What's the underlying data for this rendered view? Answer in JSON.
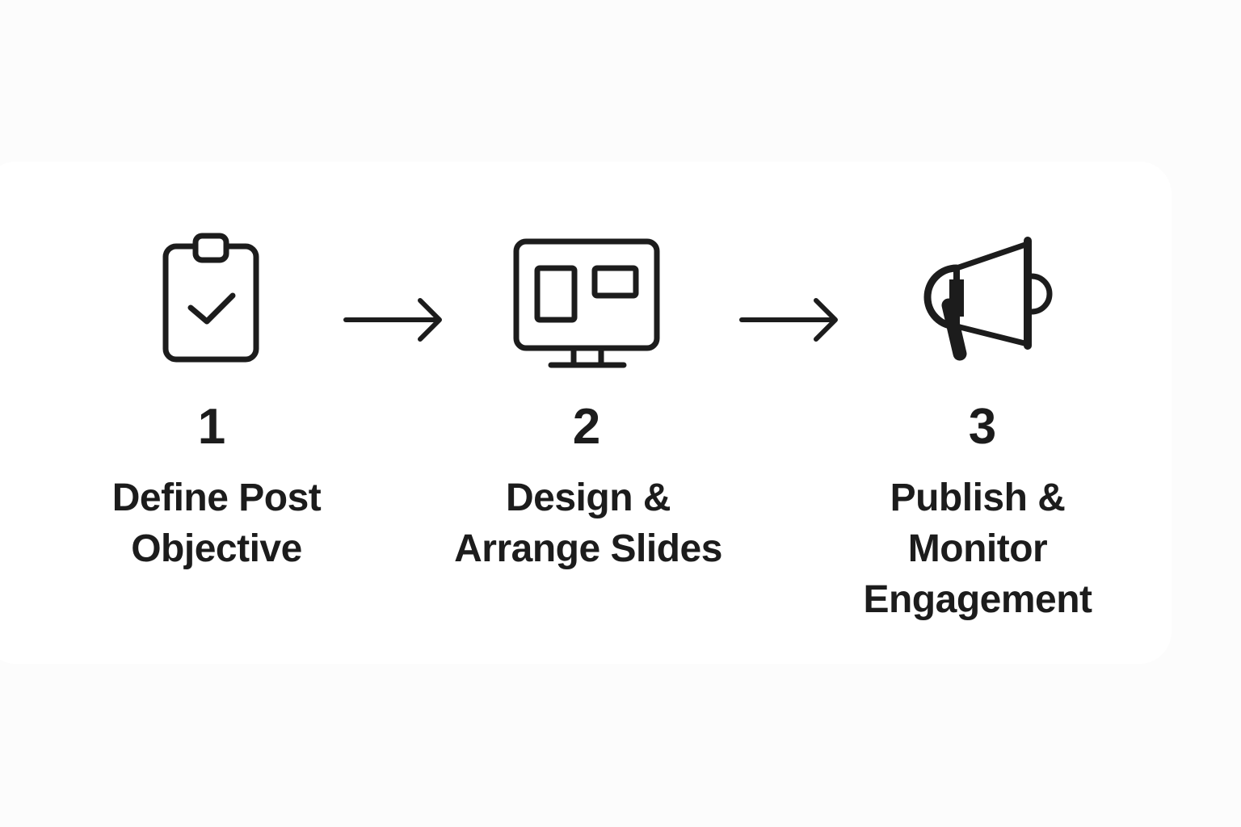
{
  "colors": {
    "background": "#fcfcfc",
    "panel": "#ffffff",
    "ink": "#1c1c1c"
  },
  "steps": [
    {
      "number": "1",
      "label_lines": [
        "Define Post",
        "Objective"
      ],
      "icon": "clipboard-check-icon"
    },
    {
      "number": "2",
      "label_lines": [
        "Design &",
        "Arrange Slides"
      ],
      "icon": "monitor-layout-icon"
    },
    {
      "number": "3",
      "label_lines": [
        "Publish &",
        "Monitor",
        "Engagement"
      ],
      "icon": "megaphone-icon"
    }
  ],
  "connectors": [
    {
      "icon": "arrow-right-icon"
    },
    {
      "icon": "arrow-right-icon"
    }
  ]
}
